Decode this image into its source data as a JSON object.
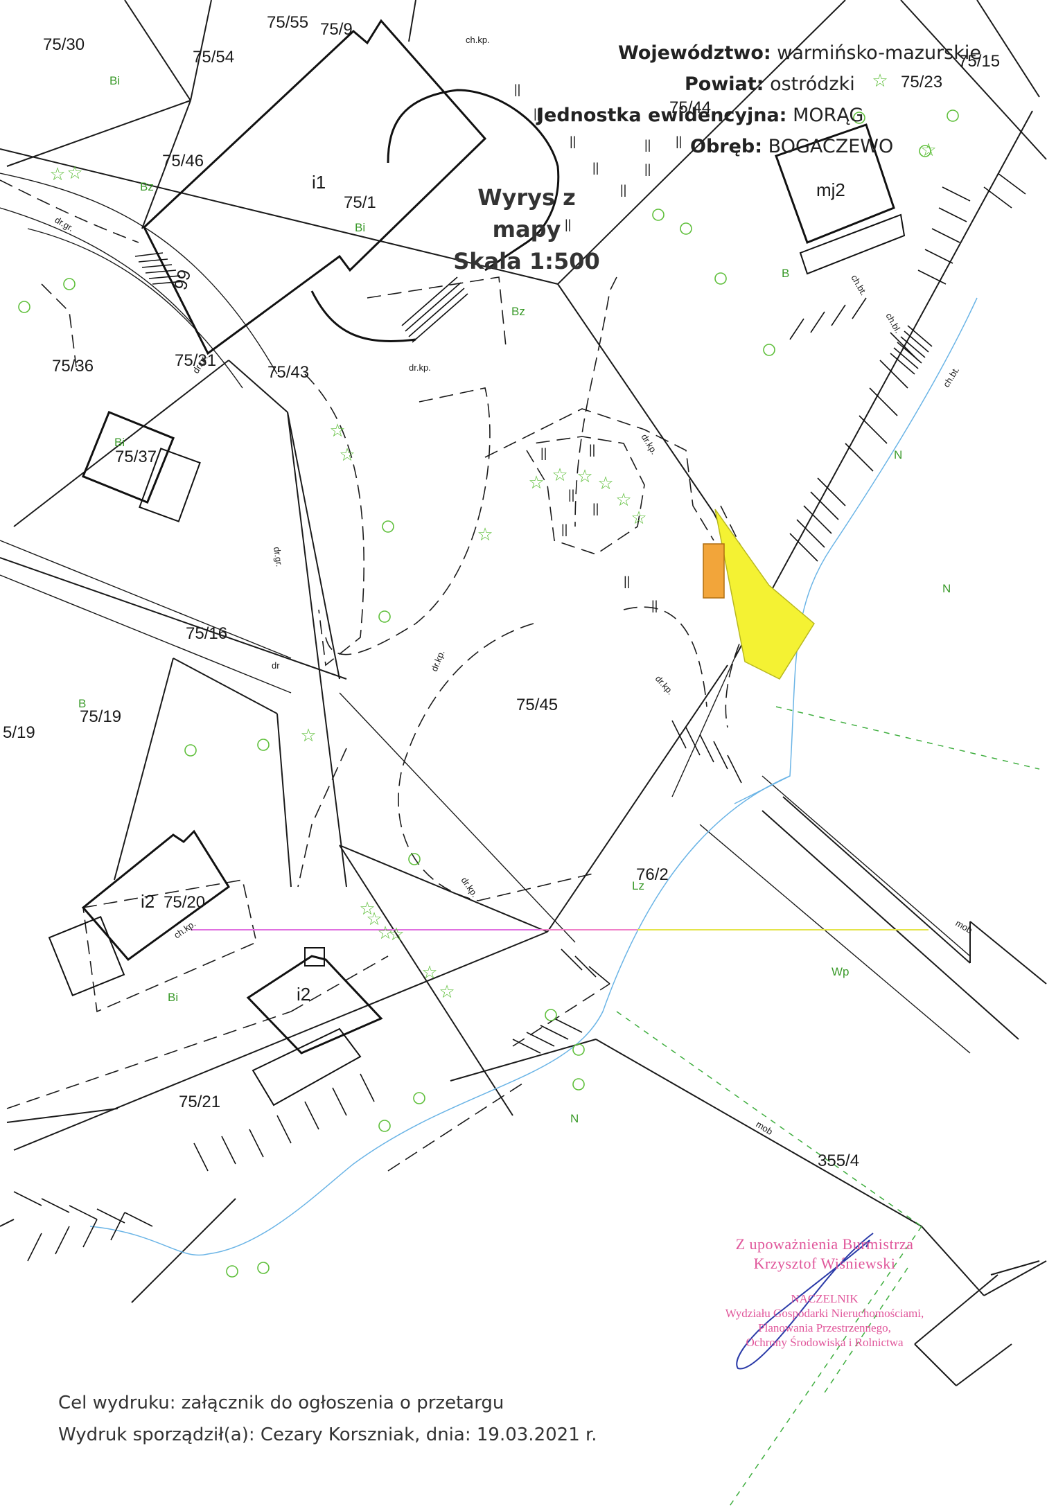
{
  "header": {
    "voivodeship_label": "Województwo:",
    "voivodeship_value": "warmińsko-mazurskie",
    "county_label": "Powiat:",
    "county_value": "ostródzki",
    "unit_label": "Jednostka ewidencyjna:",
    "unit_value": "MORĄG",
    "precinct_label": "Obręb:",
    "precinct_value": "BOGACZEWO"
  },
  "title": {
    "line1": "Wyrys z mapy",
    "line2": "Skala 1:500"
  },
  "parcels": [
    "75/30",
    "75/54",
    "75/55",
    "75/9",
    "75/15",
    "75/23",
    "75/44",
    "75/46",
    "75/1",
    "75/36",
    "75/31",
    "75/43",
    "75/37",
    "75/16",
    "75/19",
    "5/19",
    "75/45",
    "76/2",
    "75/20",
    "75/21",
    "355/4"
  ],
  "building_labels": [
    "i1",
    "mj2",
    "i2",
    "i2",
    "99"
  ],
  "land_use_labels": [
    "Bi",
    "Bz",
    "Bi",
    "Bi",
    "B",
    "N",
    "N",
    "B",
    "Lz",
    "Wp",
    "Bi",
    "N",
    "Bz"
  ],
  "road_labels": [
    "ch.kp.",
    "dr.gr.",
    "dr.gr.",
    "dr.gr.",
    "dr.kp.",
    "dr.kp.",
    "dr.kp.",
    "dr.kp.",
    "dr.kp.",
    "dr",
    "ch.kp.",
    "ch.bt.",
    "ch.bl.",
    "ch.bt.",
    "mob",
    "mob"
  ],
  "stamp": {
    "line1": "Z upoważnienia Burmistrza",
    "line2": "Krzysztof Wiśniewski",
    "line3": "NACZELNIK",
    "line4": "Wydziału Gospodarki Nieruchomościami,",
    "line5": "Planowania Przestrzennego,",
    "line6": "Ochrony Środowiska i Rolnictwa"
  },
  "footer": {
    "purpose": "Cel wydruku: załącznik do ogłoszenia o przetargu",
    "prepared": "Wydruk sporządził(a): Cezary Korszniak, dnia: 19.03.2021 r."
  },
  "colors": {
    "highlight_parcel": "#f4f233",
    "highlight_box": "#f2a53a",
    "stream": "#6ab4e6",
    "green_symbols": "#5ebf3a",
    "boundary_dashed_green": "#3fae3f",
    "stamp": "#e0559a",
    "signature": "#2a3aa8"
  }
}
